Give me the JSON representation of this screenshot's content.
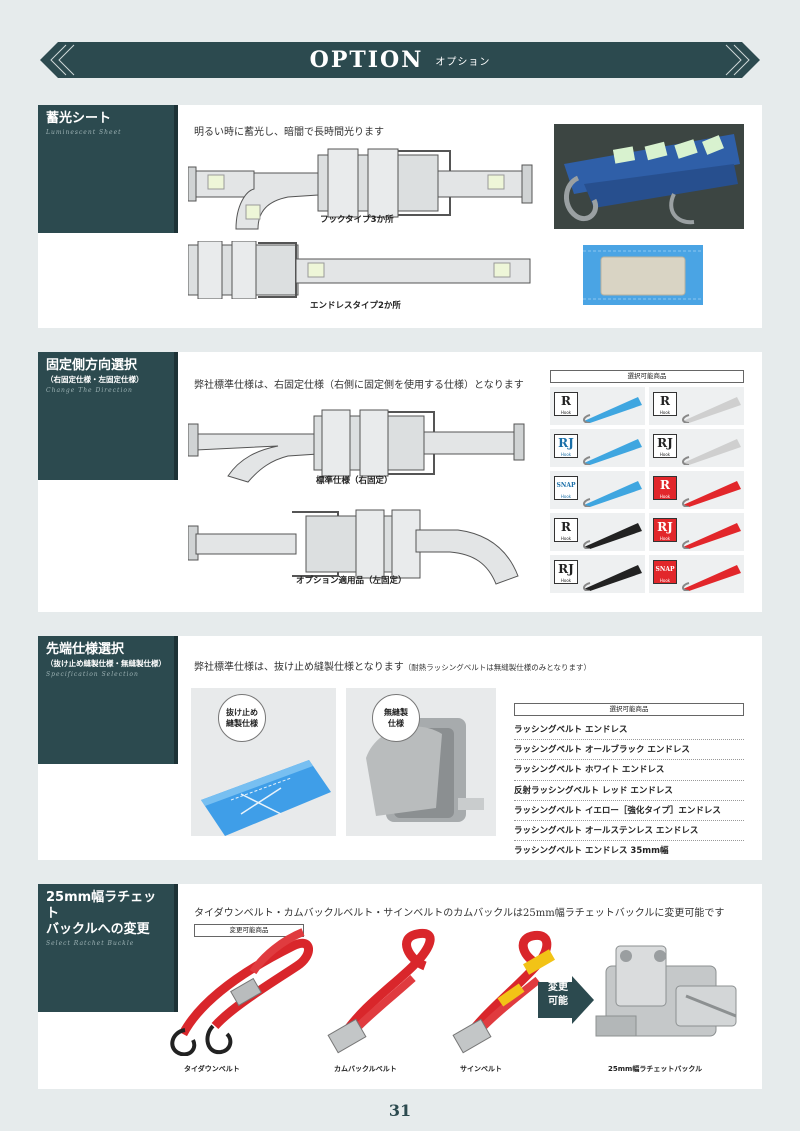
{
  "banner": {
    "title": "OPTION",
    "subtitle": "オプション"
  },
  "sections": [
    {
      "title": "蓄光シート",
      "subtitle": "",
      "english": "Luminescent Sheet",
      "lead": "明るい時に蓄光し、暗闇で長時間光ります",
      "captions": [
        "フックタイプ3か所",
        "エンドレスタイプ2か所"
      ]
    },
    {
      "title": "固定側方向選択",
      "subtitle": "（右固定仕様・左固定仕様）",
      "english": "Change The Direction",
      "lead": "弊社標準仕様は、右固定仕様（右側に固定側を使用する仕様）となります",
      "captions": [
        "標準仕様（右固定）",
        "オプション適用品（左固定）"
      ],
      "grid_title": "選択可能商品",
      "grid": [
        {
          "label": "R",
          "sub": "Hook",
          "color": "#3fa6e0",
          "lblbg": "#fff",
          "lblfg": "#222"
        },
        {
          "label": "R",
          "sub": "Hook",
          "color": "#cfcfcf",
          "lblbg": "#fff",
          "lblfg": "#222"
        },
        {
          "label": "RJ",
          "sub": "Hook",
          "color": "#3fa6e0",
          "lblbg": "#fff",
          "lblfg": "#1a6fa8"
        },
        {
          "label": "RJ",
          "sub": "Hook",
          "color": "#cfcfcf",
          "lblbg": "#fff",
          "lblfg": "#222"
        },
        {
          "label": "SNAP",
          "sub": "Hook",
          "color": "#3fa6e0",
          "lblbg": "#fff",
          "lblfg": "#1a6fa8"
        },
        {
          "label": "R",
          "sub": "Hook",
          "color": "#e2272b",
          "lblbg": "#e2272b",
          "lblfg": "#fff"
        },
        {
          "label": "R",
          "sub": "Hook",
          "color": "#222222",
          "lblbg": "#fff",
          "lblfg": "#222"
        },
        {
          "label": "RJ",
          "sub": "Hook",
          "color": "#e2272b",
          "lblbg": "#e2272b",
          "lblfg": "#fff"
        },
        {
          "label": "RJ",
          "sub": "Hook",
          "color": "#222222",
          "lblbg": "#fff",
          "lblfg": "#222"
        },
        {
          "label": "SNAP",
          "sub": "Hook",
          "color": "#e2272b",
          "lblbg": "#e2272b",
          "lblfg": "#fff"
        }
      ]
    },
    {
      "title": "先端仕様選択",
      "subtitle": "（抜け止め縫製仕様・無縫製仕様）",
      "english": "Specification Selection",
      "lead": "弊社標準仕様は、抜け止め縫製仕様となります",
      "lead_note": "（耐熱ラッシングベルトは無縫製仕様のみとなります）",
      "tags": [
        "抜け止め\n縫製仕様",
        "無縫製\n仕様"
      ],
      "list_title": "選択可能商品",
      "list": [
        "ラッシングベルト エンドレス",
        "ラッシングベルト オールブラック エンドレス",
        "ラッシングベルト ホワイト エンドレス",
        "反射ラッシングベルト レッド エンドレス",
        "ラッシングベルト イエロー［強化タイプ］エンドレス",
        "ラッシングベルト オールステンレス エンドレス",
        "ラッシングベルト エンドレス 35mm幅"
      ]
    },
    {
      "title": "25mm幅ラチェット\nバックルへの変更",
      "subtitle": "",
      "english": "Select Ratchet Buckle",
      "lead": "タイダウンベルト・カムバックルベルト・サインベルトのカムバックルは25mm幅ラチェットバックルに変更可能です",
      "box_label": "変更可能商品",
      "arrow_label": "変更\n可能",
      "captions": [
        "タイダウンベルト",
        "カムバックルベルト",
        "サインベルト",
        "25mm幅ラチェットバックル"
      ]
    }
  ],
  "page_number": "31",
  "colors": {
    "accent": "#2c4a4f",
    "strap_red": "#d9262b",
    "strap_blue": "#3fa6e0"
  }
}
